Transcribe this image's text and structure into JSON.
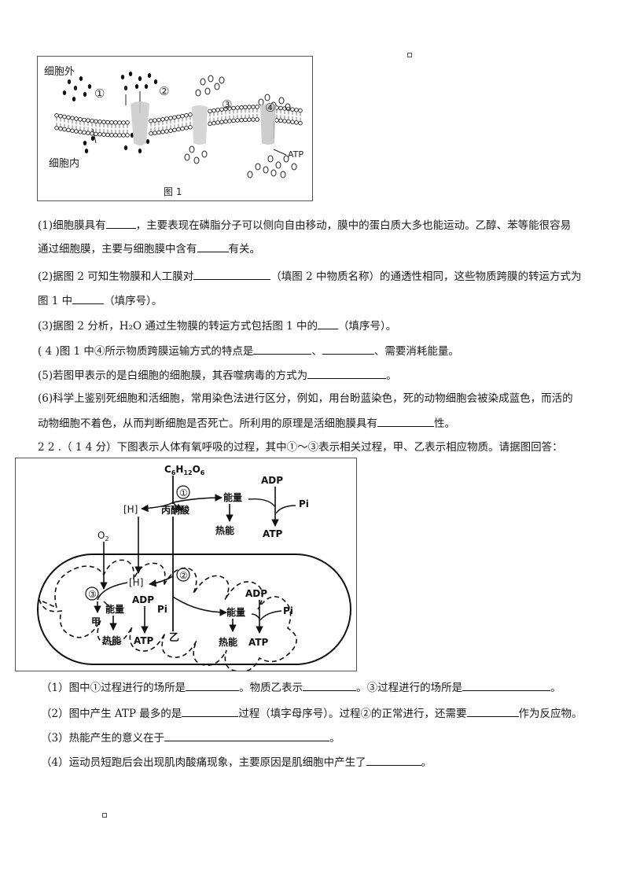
{
  "figure1": {
    "label_outside": "细胞外",
    "label_inside": "细胞内",
    "markers": [
      "①",
      "②",
      "③",
      "④"
    ],
    "atp_label": "ATP",
    "caption": "图 1"
  },
  "section21": {
    "q1_a": "(1)细胞膜具有",
    "q1_b": "，主要表现在磷脂分子可以侧向自由移动，膜中的蛋白质大多也能运动。乙醇、苯等能很容易",
    "q1_c": "通过细胞膜，主要与细胞膜中含有",
    "q1_d": "有关。",
    "q2_a": "(2)据图 2 可知生物膜和人工膜对",
    "q2_b": "（填图 2 中物质名称）的通透性相同，这些物质跨膜的转运方式为",
    "q2_c": "图 1 中",
    "q2_d": "（填序号）。",
    "q3_a": "(3)据图 2 分析，H₂O 通过生物膜的转运方式包括图 1 中的",
    "q3_b": "（填序号）。",
    "q4_a": "( 4 )图 1 中④所示物质跨膜运输方式的特点是",
    "q4_b": "、",
    "q4_c": "、需要消耗能量。",
    "q5_a": "(5)若图甲表示的是白细胞的细胞膜，其吞噬病毒的方式为",
    "q5_b": "。",
    "q6_a": "(6)科学上鉴别死细胞和活细胞，常用染色法进行区分，例如，用台盼蓝染色，死的动物细胞会被染成蓝色，而活的",
    "q6_b": "动物细胞不着色，从而判断细胞是否死亡。所利用的原理是活细胞膜具有",
    "q6_c": "性。"
  },
  "section22": {
    "heading": "2 2 .（ 1 4 分）下图表示人体有氧呼吸的过程，其中①～③表示相关过程，甲、乙表示相应物质。请据图回答：",
    "q1_a": "（1）图中①过程进行的场所是",
    "q1_b": "。物质乙表示",
    "q1_c": "。③过程进行的场所是",
    "q1_d": "。",
    "q2_a": "（2）图中产生 ATP 最多的是",
    "q2_b": "过程（填字母序号）。过程②的正常进行，还需要",
    "q2_c": "作为反应物。",
    "q3_a": "（3）热能产生的意义在于",
    "q3_b": "。",
    "q4_a": "（4）运动员短跑后会出现肌肉酸痛现象，主要原因是肌细胞中产生了",
    "q4_b": "。"
  },
  "figure2": {
    "glucose": "C6H12O6",
    "step1": "①",
    "step2": "②",
    "step3": "③",
    "h_top": "[H]",
    "pyruvate": "丙酮酸",
    "energy": "能量",
    "adp": "ADP",
    "pi": "Pi",
    "atp": "ATP",
    "heat": "热能",
    "o2": "O2",
    "h_inner": "[H]",
    "jia": "甲",
    "yi": "乙"
  }
}
